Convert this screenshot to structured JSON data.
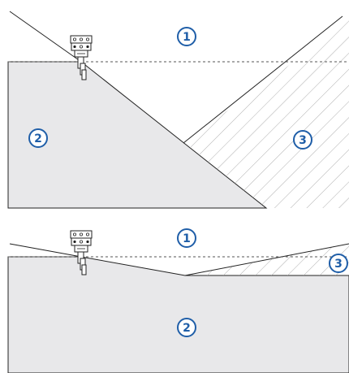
{
  "colors": {
    "accent": "#1f5ea8",
    "fill": "#e8e8ea",
    "stroke": "#222222",
    "hatch": "#9a9a9a",
    "dashed": "#555555"
  },
  "icons": {
    "transducer": "transducer-icon"
  },
  "panels": [
    {
      "name": "steep-hull-panel",
      "callouts": [
        {
          "name": "callout-1",
          "label": "1"
        },
        {
          "name": "callout-2",
          "label": "2"
        },
        {
          "name": "callout-3",
          "label": "3"
        }
      ]
    },
    {
      "name": "flat-hull-panel",
      "callouts": [
        {
          "name": "callout-1",
          "label": "1"
        },
        {
          "name": "callout-2",
          "label": "2"
        },
        {
          "name": "callout-3",
          "label": "3"
        }
      ]
    }
  ]
}
